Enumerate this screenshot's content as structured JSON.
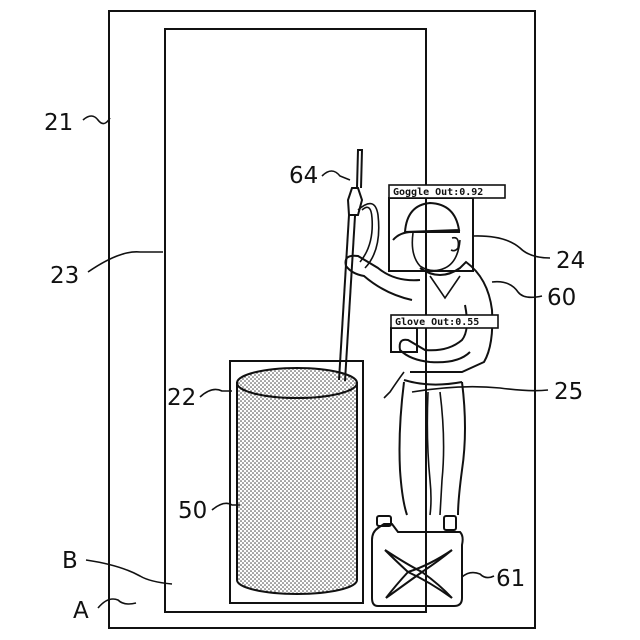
{
  "reference_numerals": {
    "outer_area": "21",
    "inner_area": "23",
    "tank_box": "22",
    "tank": "50",
    "pipe": "64",
    "head_box": "24",
    "worker": "60",
    "glove_box": "25",
    "canister": "61",
    "region_b": "B",
    "region_a": "A"
  },
  "detections": {
    "goggle": "Goggle Out:0.92",
    "glove": "Glove Out:0.55"
  }
}
